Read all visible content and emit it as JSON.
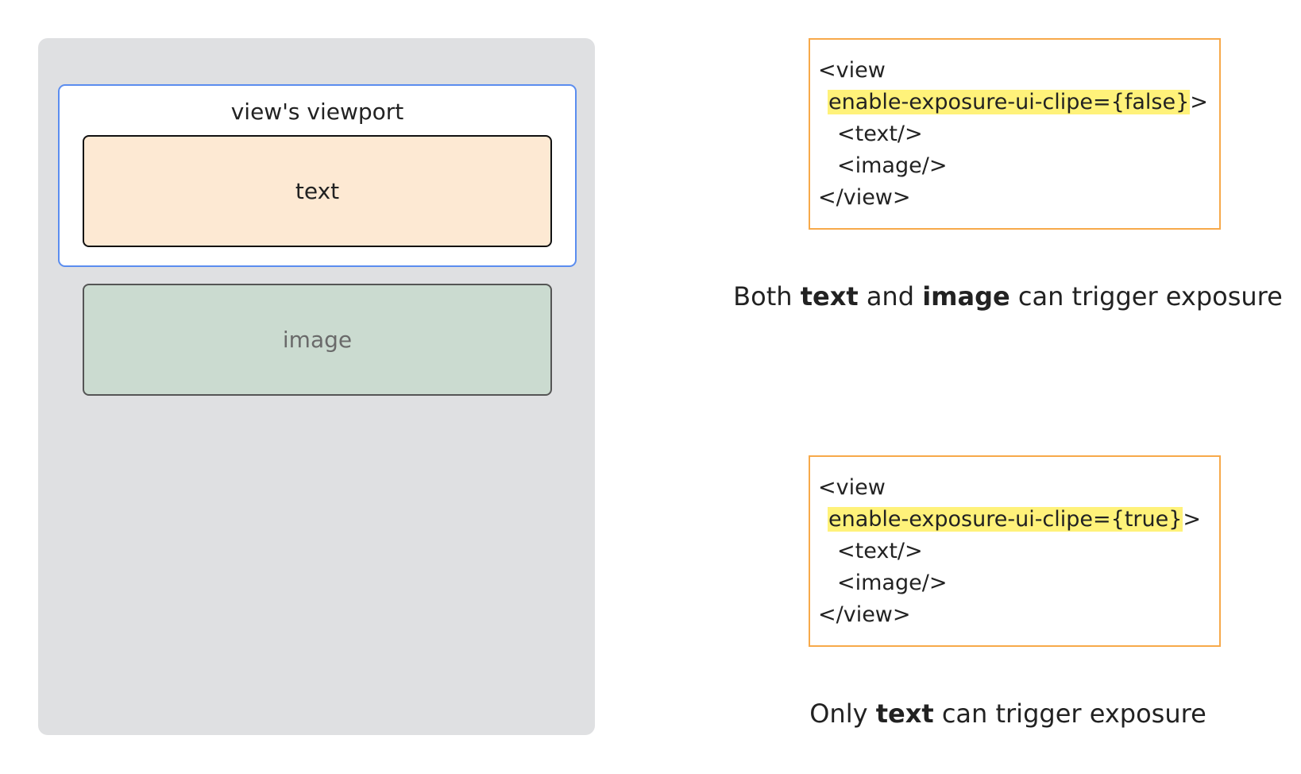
{
  "diagram": {
    "viewport_label": "view's viewport",
    "text_box_label": "text",
    "image_box_label": "image"
  },
  "code_false": {
    "line1": "<view",
    "attr": "enable-exposure-ui-clipe={false}",
    "attr_close": ">",
    "line3": "<text/>",
    "line4": "<image/>",
    "line5": "</view>"
  },
  "caption_false": {
    "part1": "Both ",
    "bold1": "text",
    "part2": " and ",
    "bold2": "image",
    "part3": " can trigger exposure"
  },
  "code_true": {
    "line1": "<view",
    "attr": "enable-exposure-ui-clipe={true}",
    "attr_close": ">",
    "line3": "<text/>",
    "line4": "<image/>",
    "line5": "</view>"
  },
  "caption_true": {
    "part1": "Only ",
    "bold1": "text",
    "part2": " can trigger exposure"
  },
  "colors": {
    "phone_bg": "#dfe0e2",
    "viewport_border": "#5b8def",
    "text_box_fill": "#fde9d3",
    "image_box_fill": "#cbdbd0",
    "code_border": "#f7a94a",
    "highlight": "#fff27a"
  }
}
